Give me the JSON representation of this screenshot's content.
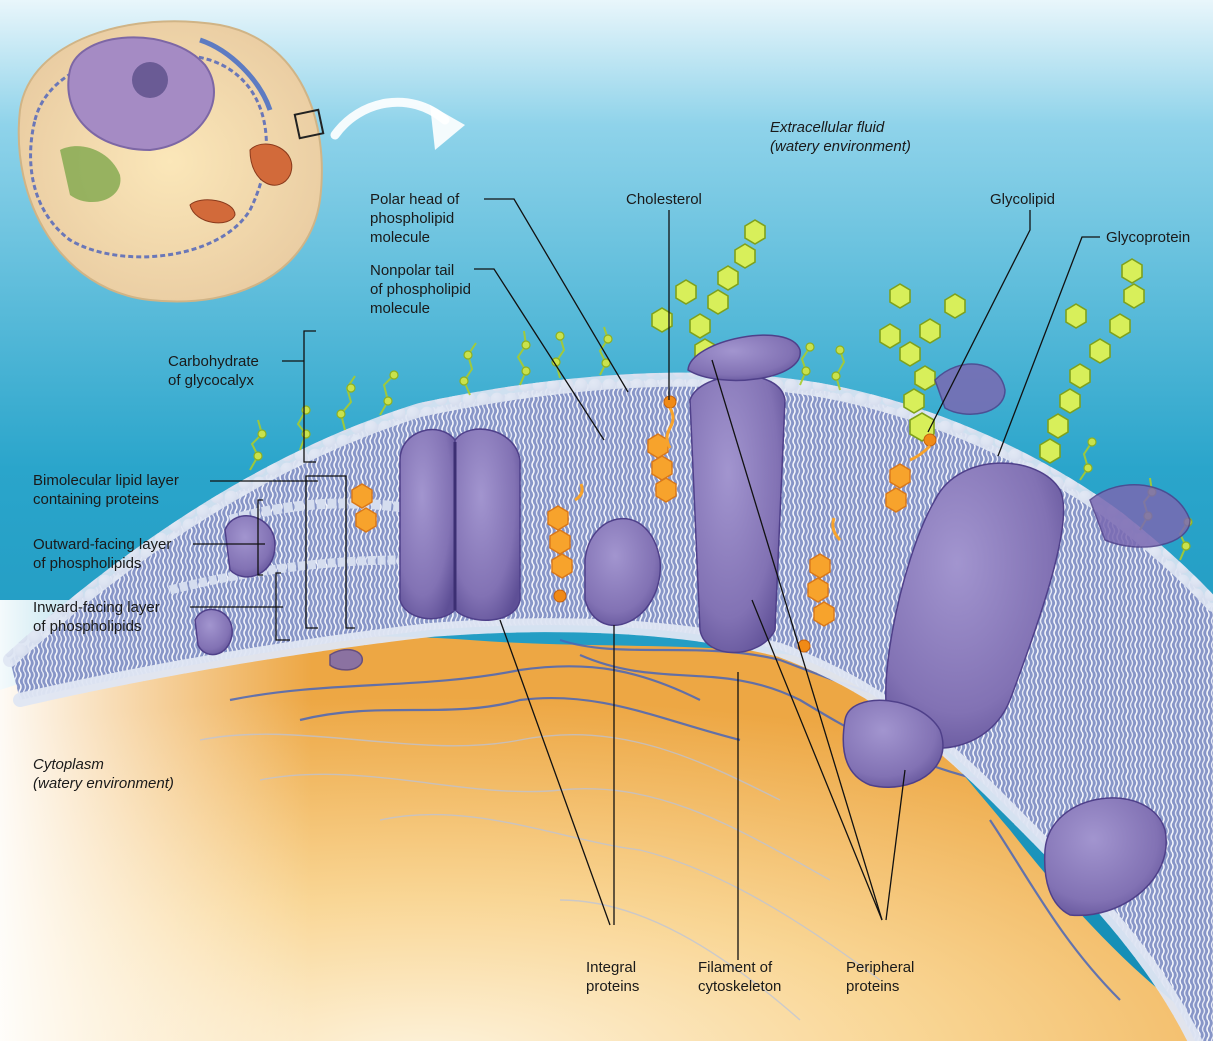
{
  "labels": {
    "extracellular": [
      "Extracellular fluid",
      "(watery environment)"
    ],
    "cytoplasm": [
      "Cytoplasm",
      "(watery environment)"
    ],
    "polar_head": [
      "Polar head of",
      "phospholipid",
      "molecule"
    ],
    "nonpolar_tail": [
      "Nonpolar tail",
      "of phospholipid",
      "molecule"
    ],
    "cholesterol": "Cholesterol",
    "glycolipid": "Glycolipid",
    "glycoprotein": "Glycoprotein",
    "carbohydrate": [
      "Carbohydrate",
      "of glycocalyx"
    ],
    "bimolecular": [
      "Bimolecular lipid layer",
      "containing proteins"
    ],
    "outward": [
      "Outward-facing layer",
      "of phospholipids"
    ],
    "inward": [
      "Inward-facing layer",
      "of phospholipids"
    ],
    "integral": [
      "Integral",
      "proteins"
    ],
    "filament": [
      "Filament of",
      "cytoskeleton"
    ],
    "peripheral": [
      "Peripheral",
      "proteins"
    ]
  },
  "colors": {
    "extracellular_fluid": "#1f9fc4",
    "cytoplasm": "#f2b45a",
    "protein": "#7f6fb0",
    "phospholipid_head": "#c9d4e6",
    "cholesterol": "#f39a22",
    "carbohydrate": "#b8d63a",
    "cytoskeleton": "#3f5fb0"
  }
}
